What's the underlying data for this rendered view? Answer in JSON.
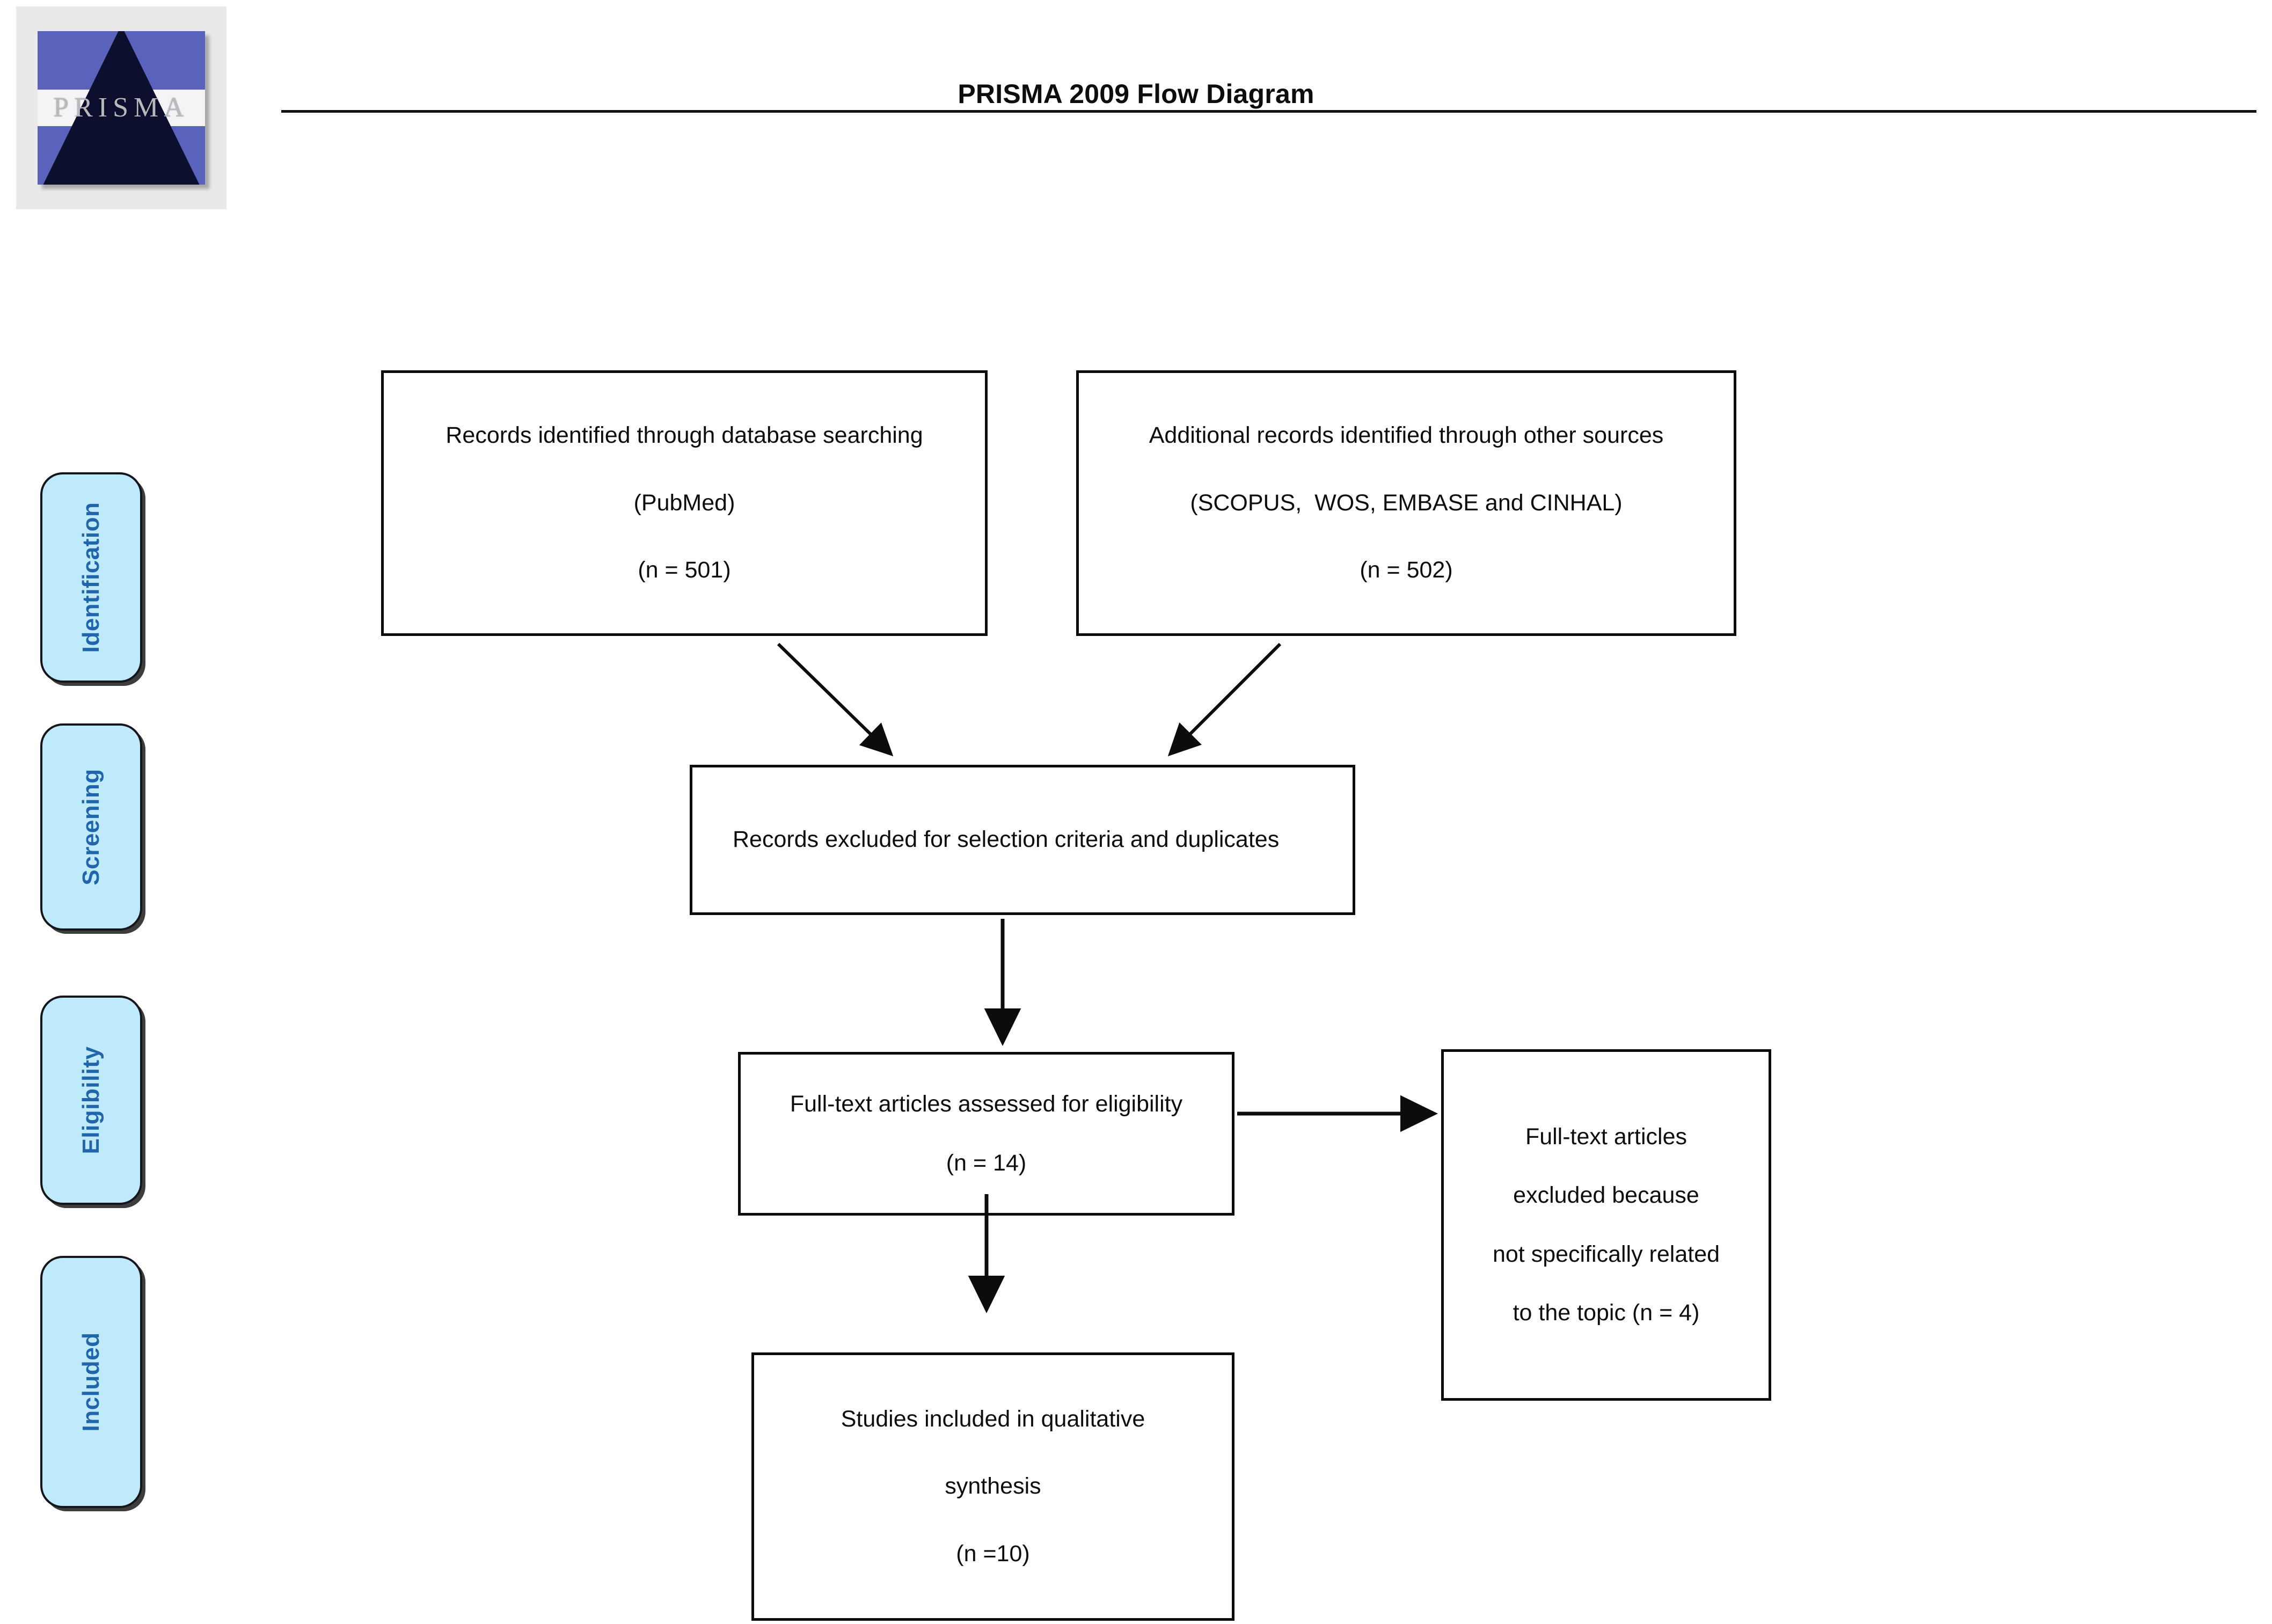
{
  "header": {
    "title": "PRISMA 2009 Flow Diagram",
    "logo_word": "PRISMA"
  },
  "phases": [
    {
      "label": "Identification"
    },
    {
      "label": "Screening"
    },
    {
      "label": "Eligibility"
    },
    {
      "label": "Included"
    }
  ],
  "boxes": {
    "database_search": {
      "lines": [
        "Records identified through database searching",
        "(PubMed)",
        "(n = 501)"
      ]
    },
    "other_sources": {
      "lines": [
        "Additional records identified through other sources",
        "(SCOPUS,  WOS, EMBASE and CINHAL)",
        "(n = 502)"
      ]
    },
    "records_excluded": {
      "lines": [
        "Records excluded for selection criteria and duplicates"
      ]
    },
    "fulltext_assessed": {
      "lines": [
        "Full-text articles assessed for eligibility",
        "(n = 14)"
      ]
    },
    "fulltext_excluded": {
      "lines": [
        "Full-text articles",
        "excluded because",
        "not specifically related",
        "to the topic (n = 4)"
      ]
    },
    "studies_included": {
      "lines": [
        "Studies included in qualitative",
        "synthesis",
        "(n =10)"
      ]
    }
  },
  "colors": {
    "phase_fill": "#bfeafc",
    "phase_text": "#2166ac",
    "box_border": "#0c0c0c",
    "logo_blue": "#5a63bb",
    "logo_triangle": "#0d0f2e"
  },
  "chart_data": {
    "type": "diagram",
    "title": "PRISMA 2009 Flow Diagram",
    "nodes": [
      {
        "id": "database_search",
        "stage": "Identification",
        "n": 501,
        "text": "Records identified through database searching (PubMed)"
      },
      {
        "id": "other_sources",
        "stage": "Identification",
        "n": 502,
        "text": "Additional records identified through other sources (SCOPUS,  WOS, EMBASE and CINHAL)"
      },
      {
        "id": "records_excluded",
        "stage": "Screening",
        "n": null,
        "text": "Records excluded for selection criteria and duplicates"
      },
      {
        "id": "fulltext_assessed",
        "stage": "Eligibility",
        "n": 14,
        "text": "Full-text articles assessed for eligibility"
      },
      {
        "id": "fulltext_excluded",
        "stage": "Eligibility",
        "n": 4,
        "text": "Full-text articles excluded because not specifically related to the topic"
      },
      {
        "id": "studies_included",
        "stage": "Included",
        "n": 10,
        "text": "Studies included in qualitative synthesis"
      }
    ],
    "edges": [
      {
        "from": "database_search",
        "to": "records_excluded"
      },
      {
        "from": "other_sources",
        "to": "records_excluded"
      },
      {
        "from": "records_excluded",
        "to": "fulltext_assessed"
      },
      {
        "from": "fulltext_assessed",
        "to": "fulltext_excluded"
      },
      {
        "from": "fulltext_assessed",
        "to": "studies_included"
      }
    ]
  }
}
